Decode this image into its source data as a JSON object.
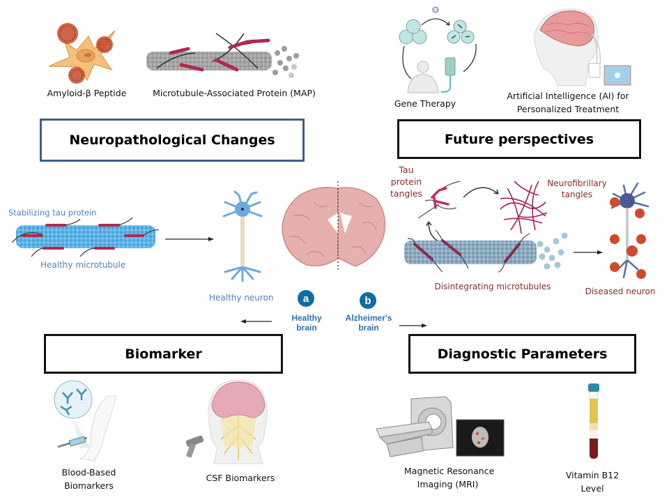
{
  "sections": {
    "neuropathological": {
      "title": "Neuropathological Changes",
      "items": [
        {
          "label": "Amyloid-β Peptide",
          "icon": "amyloid-neuron-icon"
        },
        {
          "label": "Microtubule-Associated Protein (MAP)",
          "icon": "microtubule-map-icon"
        }
      ]
    },
    "future": {
      "title": "Future perspectives",
      "items": [
        {
          "label": "Gene Therapy",
          "icon": "gene-therapy-icon"
        },
        {
          "label_lines": [
            "Artificial Intelligence (AI) for",
            "Personalized Treatment"
          ],
          "icon": "ai-head-icon"
        }
      ]
    },
    "biomarker": {
      "title": "Biomarker",
      "items": [
        {
          "label_lines": [
            "Blood-Based",
            "Biomarkers"
          ],
          "icon": "blood-draw-icon"
        },
        {
          "label": "CSF Biomarkers",
          "icon": "csf-head-icon"
        }
      ]
    },
    "diagnostic": {
      "title": "Diagnostic Parameters",
      "items": [
        {
          "label_lines": [
            "Magnetic Resonance",
            "Imaging (MRI)"
          ],
          "icon": "mri-scanner-icon"
        },
        {
          "label_lines": [
            "Vitamin B12",
            "Level"
          ],
          "icon": "blood-tube-icon"
        }
      ]
    }
  },
  "center": {
    "healthy": {
      "tau_label": "Stabilizing tau protein",
      "microtubule_label": "Healthy microtubule",
      "neuron_label": "Healthy neuron"
    },
    "brain": {
      "a_badge": "a",
      "b_badge": "b",
      "a_label_lines": [
        "Healthy",
        "brain"
      ],
      "b_label_lines": [
        "Alzheimer's",
        "brain"
      ]
    },
    "disease": {
      "tau_tangles_lines": [
        "Tau",
        "protein",
        "tangles"
      ],
      "nft_lines": [
        "Neurofibrillary",
        "tangles"
      ],
      "disintegrating_label": "Disintegrating  microtubules",
      "diseased_neuron_label": "Diseased neuron"
    }
  },
  "colors": {
    "healthy_text": "#4f7fbf",
    "disease_text": "#8b2a2a",
    "badge": "#0f6ea1",
    "neuro_box_border": "#3f5f86"
  }
}
